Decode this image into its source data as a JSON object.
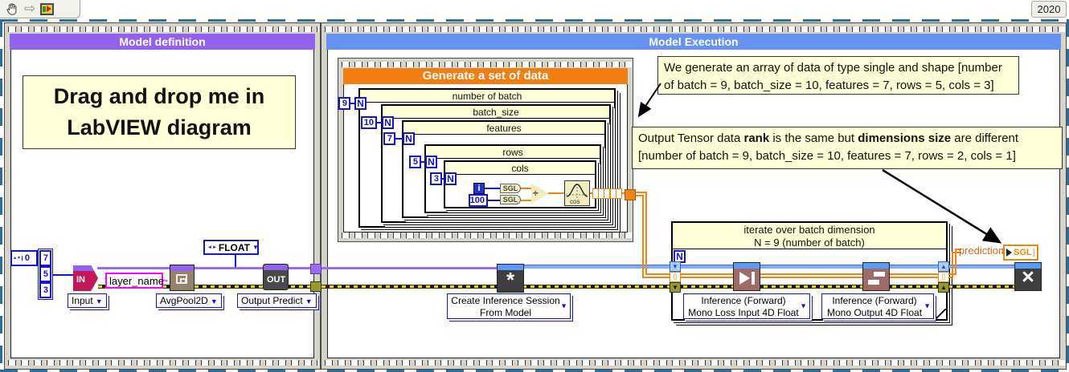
{
  "toolbar": {
    "version": "2020"
  },
  "icons": {
    "dropdown": "▼",
    "up_triangle": "▲",
    "down_triangle": "▼",
    "enum_glyph": "◄►",
    "squiggle": "~",
    "divide_glyph": "÷",
    "create_glyph": "*",
    "destroy_glyph": "×",
    "pan_arrow": "⇨"
  },
  "model_definition": {
    "title": "Model definition",
    "note_line1": "Drag and drop me in",
    "note_line2": "LabVIEW diagram",
    "index_value": "0",
    "shape_values": [
      "7",
      "5",
      "3"
    ],
    "in_node": "IN",
    "in_label": "Input",
    "layer_name": "layer_name",
    "avgpool_label": "AvgPool2D",
    "float_enum": "FLOAT",
    "out_node": "OUT",
    "out_label": "Output Predict"
  },
  "model_execution": {
    "title": "Model Execution",
    "generate": {
      "title": "Generate a set of data",
      "loops": [
        {
          "label": "number of batch",
          "count": "9"
        },
        {
          "label": "batch_size",
          "count": "10"
        },
        {
          "label": "features",
          "count": "7"
        },
        {
          "label": "rows",
          "count": "5"
        },
        {
          "label": "cols",
          "count": "3"
        }
      ],
      "n": "N",
      "i": "i",
      "const100": "100",
      "sgl": "SGL",
      "cos": "cos"
    },
    "comment1": "We generate an array of data of type single and shape [number of batch = 9, batch_size = 10, features = 7, rows = 5, cols = 3]",
    "comment2": {
      "t1": "Output Tensor data ",
      "b1": "rank",
      "t2": " is the same but ",
      "b2": "dimensions size",
      "t3": " are different",
      "line2": "[number of batch = 9, batch_size = 10, features = 7, rows = 2, cols = 1]"
    },
    "iterate_loop": {
      "line1": "iterate over batch dimension",
      "line2": "N = 9 (number of batch)",
      "n": "N"
    },
    "create_session": {
      "line1": "Create Inference Session",
      "line2": "From Model"
    },
    "inference1": {
      "line1": "Inference (Forward)",
      "line2": "Mono Loss Input 4D Float"
    },
    "inference2": {
      "line1": "Inference (Forward)",
      "line2": "Mono Output 4D Float"
    },
    "prediction": {
      "label": "prediction",
      "type": "SGL"
    }
  },
  "colors": {
    "purple_header": "#9362EA",
    "blue_header": "#6792F0",
    "orange_header": "#F07E12",
    "wire_purple": "#9B6BF2",
    "wire_blue": "#7FB0F5",
    "wire_orange": "#F08419",
    "labview_blue": "#1414C8",
    "error_yellow": "#E6D600",
    "node_dark": "#3F3F3F",
    "node_crimson": "#C21858",
    "node_rosy": "#A06B66",
    "comment_bg": "#FFFFD8"
  }
}
